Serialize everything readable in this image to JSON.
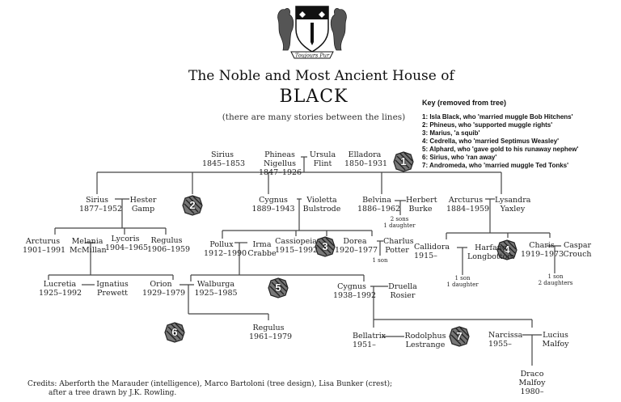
{
  "title_line1": "The Noble and Most Ancient House of",
  "title_line2": "BLACK",
  "subtitle": "(there are many stories between the lines)",
  "crest": {
    "motto": "Toujours Pur",
    "accent_color": "#111111"
  },
  "key": {
    "heading": "Key (removed from tree)",
    "items": [
      "1: Isla Black, who 'married muggle Bob Hitchens'",
      "2: Phineus, who 'supported muggle rights'",
      "3: Marius, 'a squib'",
      "4: Cedrella, who 'married Septimus Weasley'",
      "5: Alphard, who 'gave gold to his runaway nephew'",
      "6: Sirius, who 'ran away'",
      "7: Andromeda, who 'married muggle Ted Tonks'"
    ]
  },
  "badges": [
    "1",
    "2",
    "3",
    "4",
    "5",
    "6",
    "7"
  ],
  "people": {
    "sirius1": [
      "Sirius",
      "1845–1853"
    ],
    "phineas": [
      "Phineas",
      "Nigellus",
      "1847–1926"
    ],
    "ursula": [
      "Ursula",
      "Flint"
    ],
    "elladora": [
      "Elladora",
      "1850–1931"
    ],
    "sirius2": [
      "Sirius",
      "1877–1952"
    ],
    "hester": [
      "Hester",
      "Gamp"
    ],
    "cygnus1": [
      "Cygnus",
      "1889–1943"
    ],
    "violetta": [
      "Violetta",
      "Bulstrode"
    ],
    "belvina": [
      "Belvina",
      "1886–1962"
    ],
    "herbert": [
      "Herbert",
      "Burke"
    ],
    "arcturus1": [
      "Arcturus",
      "1884–1959"
    ],
    "lysandra": [
      "Lysandra",
      "Yaxley"
    ],
    "arcturus2": [
      "Arcturus",
      "1901–1991"
    ],
    "melania": [
      "Melania",
      "McMillan"
    ],
    "lycoris": [
      "Lycoris",
      "1904–1965"
    ],
    "regulus1": [
      "Regulus",
      "1906–1959"
    ],
    "pollux": [
      "Pollux",
      "1912–1990"
    ],
    "irma": [
      "Irma",
      "Crabbe"
    ],
    "cassiopeia": [
      "Cassiopeia",
      "1915–1992"
    ],
    "dorea": [
      "Dorea",
      "1920–1977"
    ],
    "charlus": [
      "Charlus",
      "Potter"
    ],
    "callidora": [
      "Callidora",
      "1915–"
    ],
    "harfang": [
      "Harfang",
      "Longbottom"
    ],
    "charis": [
      "Charis",
      "1919–1973"
    ],
    "caspar": [
      "Caspar",
      "Crouch"
    ],
    "lucretia": [
      "Lucretia",
      "1925–1992"
    ],
    "ignatius": [
      "Ignatius",
      "Prewett"
    ],
    "orion": [
      "Orion",
      "1929–1979"
    ],
    "walburga": [
      "Walburga",
      "1925–1985"
    ],
    "cygnus2": [
      "Cygnus",
      "1938–1992"
    ],
    "druella": [
      "Druella",
      "Rosier"
    ],
    "regulus2": [
      "Regulus",
      "1961–1979"
    ],
    "bellatrix": [
      "Bellatrix",
      "1951–"
    ],
    "rodolphus": [
      "Rodolphus",
      "Lestrange"
    ],
    "narcissa": [
      "Narcissa",
      "1955–"
    ],
    "lucius": [
      "Lucius",
      "Malfoy"
    ],
    "draco": [
      "Draco",
      "Malfoy",
      "1980–"
    ]
  },
  "notes": {
    "burke_children": [
      "2 sons",
      "1 daughter"
    ],
    "potter_children": [
      "1 son"
    ],
    "longbottom_children": [
      "1 son",
      "1 daughter"
    ],
    "crouch_children": [
      "1 son",
      "2 daughters"
    ]
  },
  "credits": [
    "Credits: Aberforth the Marauder (intelligence), Marco Bartoloni (tree design), Lisa Bunker (crest);",
    "after a tree drawn by J.K. Rowling."
  ]
}
